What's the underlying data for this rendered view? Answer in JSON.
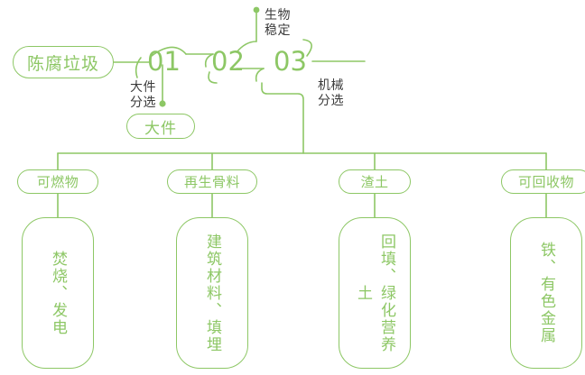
{
  "diagram": {
    "title_color": "#8DC765",
    "caption_color": "#3b3b3b",
    "root": {
      "label": "陈腐垃圾"
    },
    "stages": [
      {
        "number": "01",
        "caption": "大件\n分选"
      },
      {
        "number": "02",
        "caption": "生物\n稳定"
      },
      {
        "number": "03",
        "caption": "机械\n分选"
      }
    ],
    "side_output": {
      "label": "大件"
    },
    "categories": [
      {
        "label": "可燃物",
        "outcome": "焚烧、发电"
      },
      {
        "label": "再生骨料",
        "outcome": "建筑材料、填埋"
      },
      {
        "label": "渣土",
        "outcome": "回填、绿化营养土"
      },
      {
        "label": "可回收物",
        "outcome": "铁、有色金属"
      }
    ]
  }
}
